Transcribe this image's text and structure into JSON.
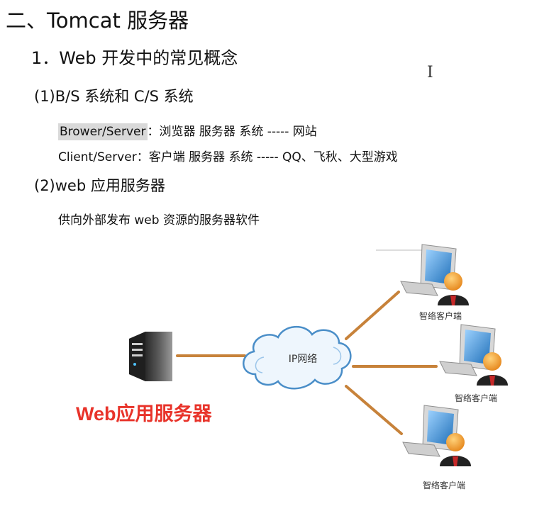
{
  "title": "二、Tomcat 服务器",
  "section1": {
    "heading": "1．Web 开发中的常见概念",
    "sub1": {
      "heading": "(1)B/S 系统和 C/S 系统",
      "bs_term": "Brower/Server",
      "bs_desc": "：浏览器 服务器 系统 ----- 网站",
      "cs_line": "Client/Server：客户端 服务器 系统 ----- QQ、飞秋、大型游戏"
    },
    "sub2": {
      "heading": "(2)web 应用服务器",
      "desc": "供向外部发布 web 资源的服务器软件"
    }
  },
  "diagram": {
    "server_label": "Web应用服务器",
    "network_label": "IP网络",
    "clients": [
      "智络客户端",
      "智络客户端",
      "智络客户端"
    ],
    "colors": {
      "server_label": "#e8332a",
      "connector": "#c7823a",
      "cloud_stroke": "#4a8ec8",
      "monitor_screen": "#2f7fc6",
      "user_head": "#f59b23"
    },
    "icons": [
      "server-icon",
      "cloud-icon",
      "client-computer-icon",
      "user-icon"
    ]
  },
  "cursor_glyph": "I"
}
